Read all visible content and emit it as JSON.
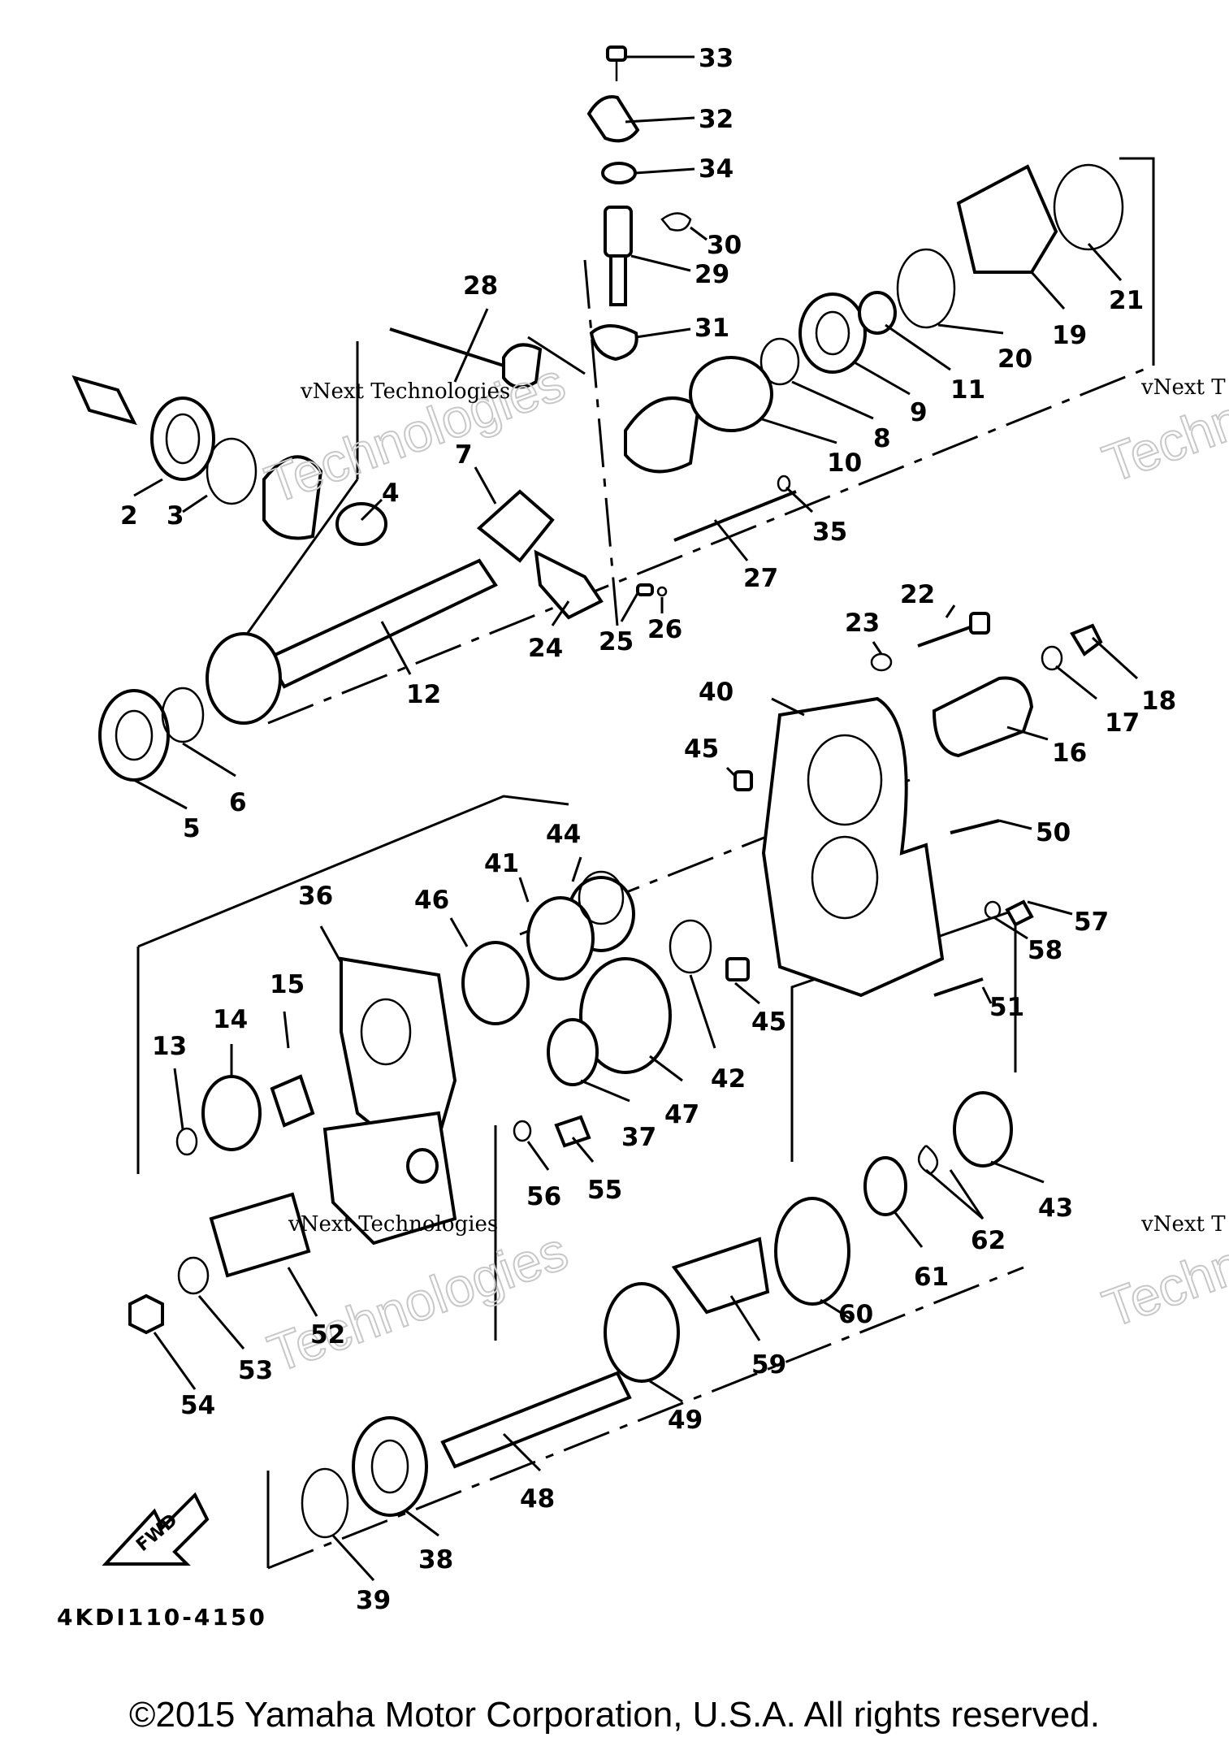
{
  "callouts": [
    {
      "id": "33",
      "text": "33"
    },
    {
      "id": "32",
      "text": "32"
    },
    {
      "id": "34",
      "text": "34"
    },
    {
      "id": "30",
      "text": "30"
    },
    {
      "id": "29",
      "text": "29"
    },
    {
      "id": "28",
      "text": "28"
    },
    {
      "id": "31",
      "text": "31"
    },
    {
      "id": "21",
      "text": "21"
    },
    {
      "id": "19",
      "text": "19"
    },
    {
      "id": "20",
      "text": "20"
    },
    {
      "id": "11",
      "text": "11"
    },
    {
      "id": "9",
      "text": "9"
    },
    {
      "id": "8",
      "text": "8"
    },
    {
      "id": "10",
      "text": "10"
    },
    {
      "id": "7",
      "text": "7"
    },
    {
      "id": "35",
      "text": "35"
    },
    {
      "id": "4",
      "text": "4"
    },
    {
      "id": "2",
      "text": "2"
    },
    {
      "id": "3",
      "text": "3"
    },
    {
      "id": "27",
      "text": "27"
    },
    {
      "id": "12",
      "text": "12"
    },
    {
      "id": "24",
      "text": "24"
    },
    {
      "id": "25",
      "text": "25"
    },
    {
      "id": "26",
      "text": "26"
    },
    {
      "id": "22",
      "text": "22"
    },
    {
      "id": "23",
      "text": "23"
    },
    {
      "id": "18",
      "text": "18"
    },
    {
      "id": "17",
      "text": "17"
    },
    {
      "id": "16",
      "text": "16"
    },
    {
      "id": "40",
      "text": "40"
    },
    {
      "id": "45a",
      "text": "45"
    },
    {
      "id": "5",
      "text": "5"
    },
    {
      "id": "6",
      "text": "6"
    },
    {
      "id": "50",
      "text": "50"
    },
    {
      "id": "44",
      "text": "44"
    },
    {
      "id": "41",
      "text": "41"
    },
    {
      "id": "36",
      "text": "36"
    },
    {
      "id": "46",
      "text": "46"
    },
    {
      "id": "57",
      "text": "57"
    },
    {
      "id": "58",
      "text": "58"
    },
    {
      "id": "15",
      "text": "15"
    },
    {
      "id": "14",
      "text": "14"
    },
    {
      "id": "13",
      "text": "13"
    },
    {
      "id": "45b",
      "text": "45"
    },
    {
      "id": "42",
      "text": "42"
    },
    {
      "id": "51",
      "text": "51"
    },
    {
      "id": "47",
      "text": "47"
    },
    {
      "id": "37",
      "text": "37"
    },
    {
      "id": "56",
      "text": "56"
    },
    {
      "id": "55",
      "text": "55"
    },
    {
      "id": "43",
      "text": "43"
    },
    {
      "id": "62",
      "text": "62"
    },
    {
      "id": "61",
      "text": "61"
    },
    {
      "id": "60",
      "text": "60"
    },
    {
      "id": "52",
      "text": "52"
    },
    {
      "id": "53",
      "text": "53"
    },
    {
      "id": "54",
      "text": "54"
    },
    {
      "id": "59",
      "text": "59"
    },
    {
      "id": "49",
      "text": "49"
    },
    {
      "id": "48",
      "text": "48"
    },
    {
      "id": "38",
      "text": "38"
    },
    {
      "id": "39",
      "text": "39"
    }
  ],
  "watermark": {
    "company": "vNext Technologies",
    "overlay": "Technologies",
    "edge_text": "vNext T",
    "edge_overlay": "Techn"
  },
  "arrow_label": "FWD",
  "drawing_code": "4KDI110-4150",
  "copyright": "©2015 Yamaha Motor Corporation, U.S.A. All rights reserved."
}
